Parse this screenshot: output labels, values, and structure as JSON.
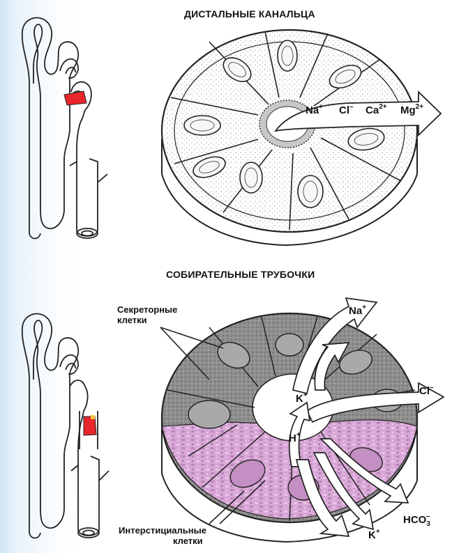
{
  "distal": {
    "title": "ДИСТАЛЬНЫЕ КАНАЛЬЦА",
    "ions": [
      {
        "base": "Na",
        "sup": "+"
      },
      {
        "base": "Cl",
        "sup": "–"
      },
      {
        "base": "Ca",
        "sup": "2+"
      },
      {
        "base": "Mg",
        "sup": "2+"
      }
    ]
  },
  "collecting": {
    "title": "СОБИРАТЕЛЬНЫЕ ТРУБОЧКИ",
    "secretory_label": [
      "Секреторные",
      "клетки"
    ],
    "interstitial_label": [
      "Интерстициальные",
      "клетки"
    ],
    "ions": {
      "na": {
        "base": "Na",
        "sup": "+"
      },
      "k_in": {
        "base": "K",
        "sup": "+"
      },
      "cl": {
        "base": "Cl",
        "sup": "–"
      },
      "h": {
        "base": "H",
        "sup": "+"
      },
      "k_out": {
        "base": "K",
        "sup": "+"
      },
      "hco3": {
        "base": "HCO",
        "sub": "3",
        "sup": "–"
      }
    }
  },
  "colors": {
    "highlight": "#e8262b",
    "interstitial_cells": "#d8a6d6",
    "secretory_cells": "#8e8e8e",
    "background_edge": "#cfe6f6"
  }
}
